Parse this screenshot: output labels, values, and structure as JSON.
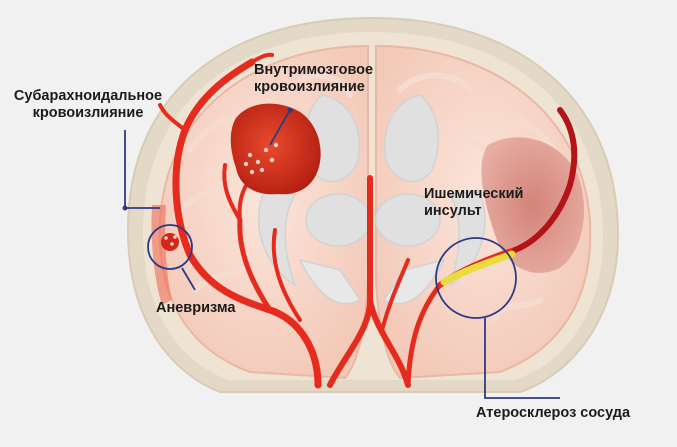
{
  "labels": {
    "subarachnoid_line1": "Субарахноидальное",
    "subarachnoid_line2": "кровоизлияние",
    "intracerebral_line1": "Внутримозговое",
    "intracerebral_line2": "кровоизлияние",
    "ischemic_line1": "Ишемический",
    "ischemic_line2": "инсульт",
    "aneurysm": "Аневризма",
    "atherosclerosis": "Атеросклероз сосуда"
  },
  "colors": {
    "background": "#f1f1f1",
    "skull": "#e3d9c6",
    "brain_tissue": "#f7d6c9",
    "ventricles": "#e0e0e0",
    "vessel": "#e52a1e",
    "hemorrhage": "#d8321f",
    "ischemic_area": "#d98a80",
    "pointer_line": "#2f3a86",
    "plaque": "#e9dc3c"
  }
}
